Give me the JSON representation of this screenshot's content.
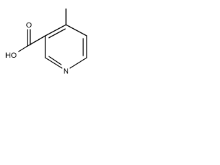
{
  "molecule": {
    "atoms": {
      "hydroxyl": "HO",
      "carbonyl_oxygen": "O",
      "ring_nitrogen": "N"
    }
  }
}
